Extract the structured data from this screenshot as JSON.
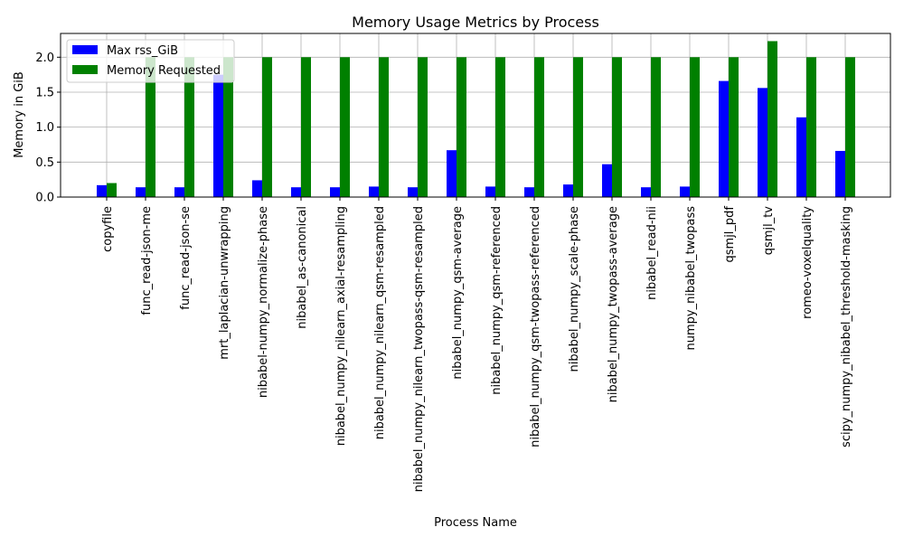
{
  "chart_data": {
    "type": "bar",
    "title": "Memory Usage Metrics by Process",
    "xlabel": "Process Name",
    "ylabel": "Memory in GiB",
    "ylim": [
      0,
      2.34
    ],
    "yticks": [
      "0.0",
      "0.5",
      "1.0",
      "1.5",
      "2.0"
    ],
    "grid": true,
    "legend_position": "top-left",
    "categories": [
      "copyfile",
      "func_read-json-me",
      "func_read-json-se",
      "mrt_laplacian-unwrapping",
      "nibabel-numpy_normalize-phase",
      "nibabel_as-canonical",
      "nibabel_numpy_nilearn_axial-resampling",
      "nibabel_numpy_nilearn_qsm-resampled",
      "nibabel_numpy_nilearn_twopass-qsm-resampled",
      "nibabel_numpy_qsm-average",
      "nibabel_numpy_qsm-referenced",
      "nibabel_numpy_qsm-twopass-referenced",
      "nibabel_numpy_scale-phase",
      "nibabel_numpy_twopass-average",
      "nibabel_read-nii",
      "numpy_nibabel_twopass",
      "qsmjl_pdf",
      "qsmjl_tv",
      "romeo-voxelquality",
      "scipy_numpy_nibabel_threshold-masking"
    ],
    "series": [
      {
        "name": "Max rss_GiB",
        "color": "#0000ff",
        "values": [
          0.17,
          0.14,
          0.14,
          1.75,
          0.24,
          0.14,
          0.14,
          0.15,
          0.14,
          0.67,
          0.15,
          0.14,
          0.18,
          0.47,
          0.14,
          0.15,
          1.66,
          1.56,
          1.14,
          0.66
        ]
      },
      {
        "name": "Memory Requested",
        "color": "#008000",
        "values": [
          0.2,
          2.0,
          2.0,
          2.0,
          2.0,
          2.0,
          2.0,
          2.0,
          2.0,
          2.0,
          2.0,
          2.0,
          2.0,
          2.0,
          2.0,
          2.0,
          2.0,
          2.23,
          2.0,
          2.0
        ]
      }
    ]
  }
}
